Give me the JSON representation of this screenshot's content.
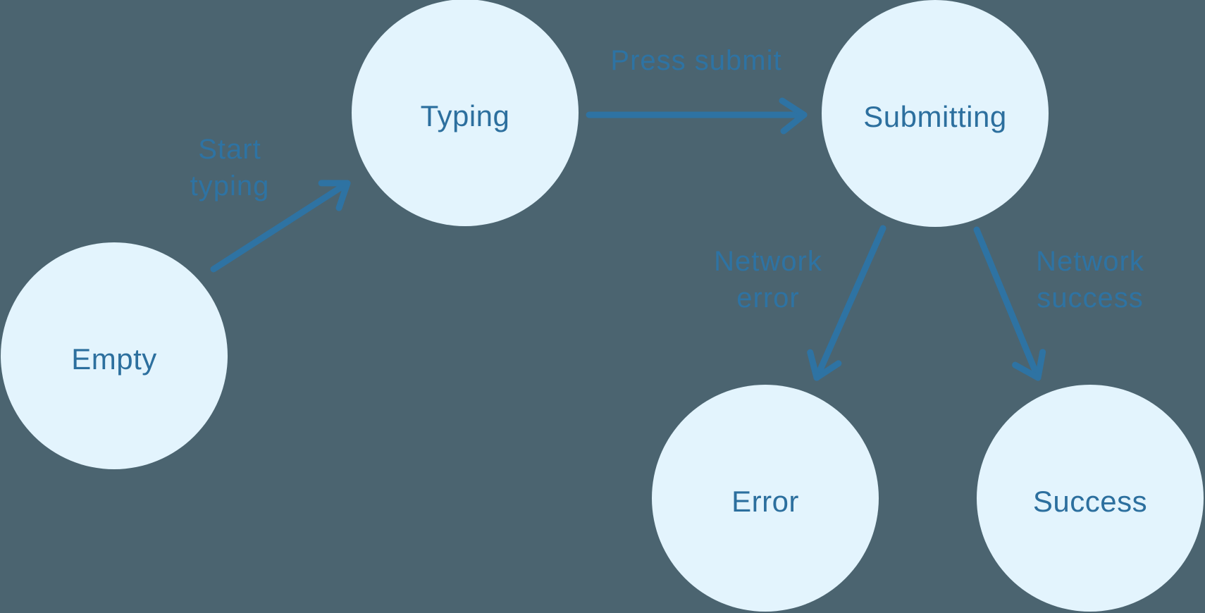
{
  "diagram": {
    "type": "state-machine",
    "colors": {
      "background": "#4B6470",
      "node_fill": "#E3F4FD",
      "node_text": "#2C6F9E",
      "edge": "#2E73A3"
    },
    "nodes": [
      {
        "id": "empty",
        "label": "Empty"
      },
      {
        "id": "typing",
        "label": "Typing"
      },
      {
        "id": "submitting",
        "label": "Submitting"
      },
      {
        "id": "error",
        "label": "Error"
      },
      {
        "id": "success",
        "label": "Success"
      }
    ],
    "edges": [
      {
        "from": "empty",
        "to": "typing",
        "label_lines": [
          "Start",
          "typing"
        ]
      },
      {
        "from": "typing",
        "to": "submitting",
        "label_lines": [
          "Press submit"
        ]
      },
      {
        "from": "submitting",
        "to": "error",
        "label_lines": [
          "Network",
          "error"
        ]
      },
      {
        "from": "submitting",
        "to": "success",
        "label_lines": [
          "Network",
          "success"
        ]
      }
    ]
  }
}
